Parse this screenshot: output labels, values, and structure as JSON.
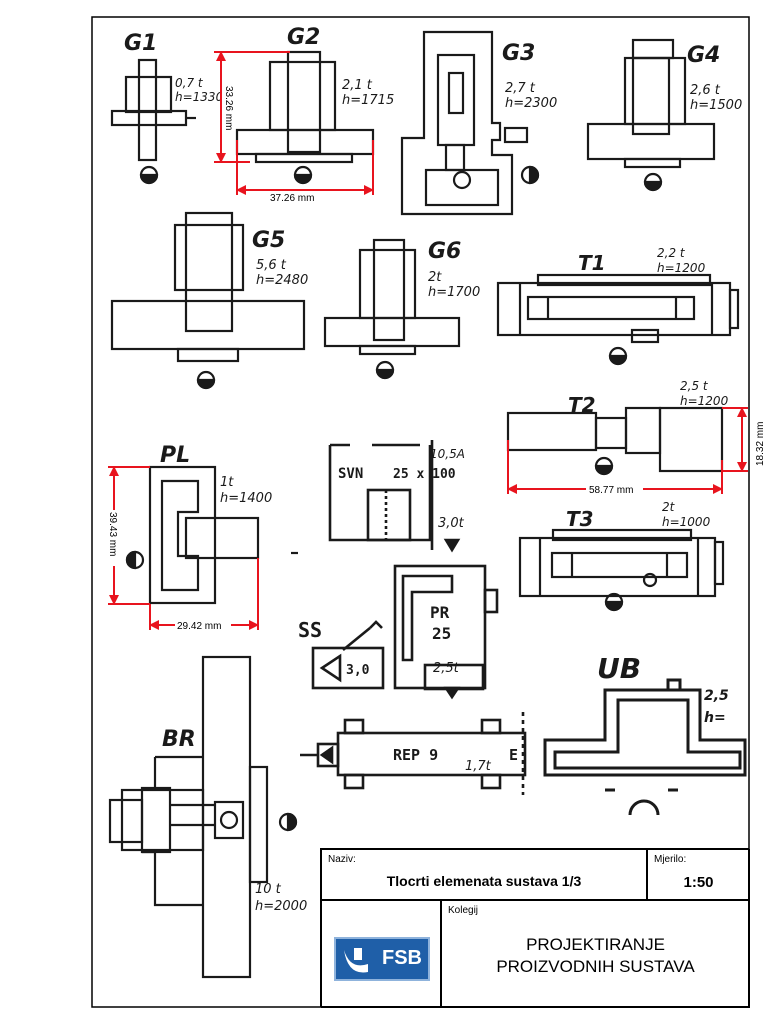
{
  "elements": {
    "G1": {
      "label": "G1",
      "mass": "0,7 t",
      "height": "h=1330"
    },
    "G2": {
      "label": "G2",
      "mass": "2,1 t",
      "height": "h=1715"
    },
    "G3": {
      "label": "G3",
      "mass": "2,7 t",
      "height": "h=2300"
    },
    "G4": {
      "label": "G4",
      "mass": "2,6 t",
      "height": "h=1500"
    },
    "G5": {
      "label": "G5",
      "mass": "5,6 t",
      "height": "h=2480"
    },
    "G6": {
      "label": "G6",
      "mass": "2t",
      "height": "h=1700"
    },
    "T1": {
      "label": "T1",
      "mass": "2,2 t",
      "height": "h=1200"
    },
    "T2": {
      "label": "T2",
      "mass": "2,5 t",
      "height": "h=1200"
    },
    "T3": {
      "label": "T3",
      "mass": "2t",
      "height": "h=1000"
    },
    "PL": {
      "label": "PL",
      "mass": "1t",
      "height": "h=1400"
    },
    "BR": {
      "label": "BR",
      "mass": "10 t",
      "height": "h=2000"
    },
    "SS": {
      "label": "SS",
      "mass": "3,0"
    },
    "SVN": {
      "label": "SVN",
      "size": "25 x 100",
      "code": "10,5A",
      "mass": "3,0t"
    },
    "PR": {
      "label": "PR",
      "number": "25",
      "mass": "2,5t"
    },
    "REP": {
      "label": "REP 9",
      "mass": "1,7t",
      "end": "E"
    },
    "UB": {
      "label": "UB",
      "mass": "2,5",
      "height": "h="
    }
  },
  "dimensions": {
    "g2_height": "33.26 mm",
    "g2_width": "37.26 mm",
    "t2_height": "18.32 mm",
    "t2_width": "58.77 mm",
    "pl_height": "39.43 mm",
    "pl_width": "29.42 mm"
  },
  "title_block": {
    "naziv_label": "Naziv:",
    "naziv_value": "Tlocrti elemenata sustava 1/3",
    "mjerilo_label": "Mjerilo:",
    "mjerilo_value": "1:50",
    "kolegij_label": "Kolegij",
    "course_line1": "PROJEKTIRANJE",
    "course_line2": "PROIZVODNIH SUSTAVA",
    "logo_text": "FSB"
  },
  "colors": {
    "dimension": "#e8141e",
    "ink": "#1a1a1a",
    "logo": "#1f5fa8"
  }
}
